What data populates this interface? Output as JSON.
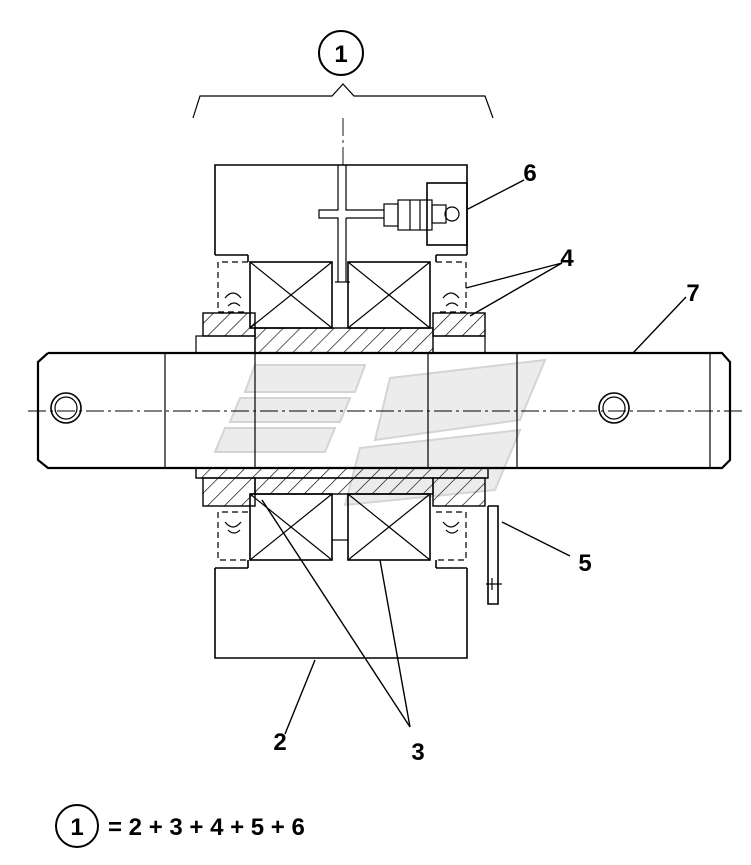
{
  "callouts": {
    "assembly": "1",
    "housing": "2",
    "bearings": "3",
    "seals": "4",
    "bracket": "5",
    "grease_nipple": "6",
    "shaft": "7"
  },
  "formula": {
    "circle": "1",
    "text": "= 2 + 3 + 4 + 5 + 6"
  }
}
